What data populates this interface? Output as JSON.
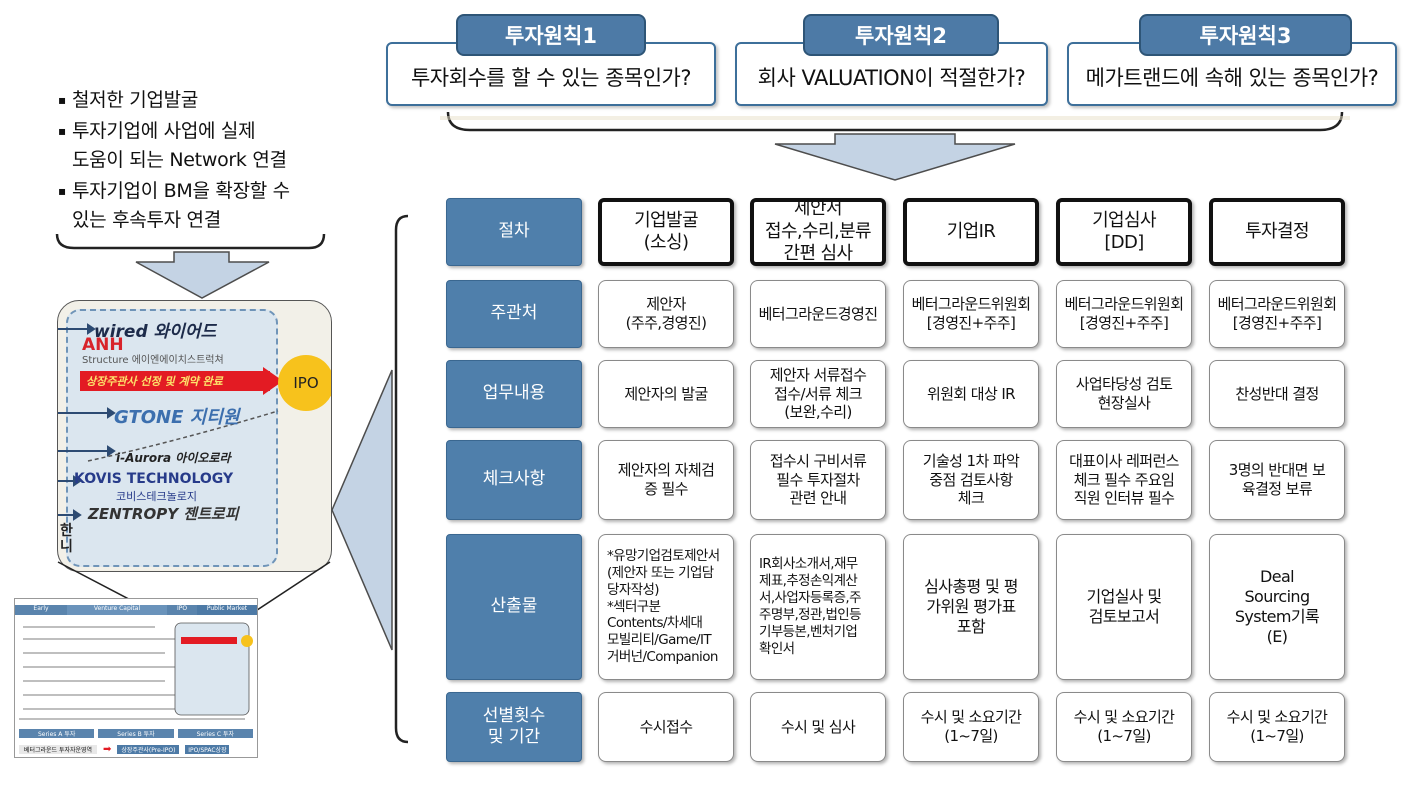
{
  "principles": [
    {
      "tab": "투자원칙1",
      "text": "투자회수를 할 수 있는 종목인가?"
    },
    {
      "tab": "투자원칙2",
      "text": "회사 VALUATION이 적절한가?"
    },
    {
      "tab": "투자원칙3",
      "text": "메가트랜드에 속해 있는 종목인가?"
    }
  ],
  "bullets": [
    "철저한 기업발굴",
    "투자기업에 사업에 실제\n도움이 되는 Network 연결",
    "투자기업이 BM을 확장할 수\n있는 후속투자 연결"
  ],
  "rows": [
    {
      "head": "절차",
      "cells": [
        "기업발굴\n(소싱)",
        "제안서\n접수,수리,분류\n간편 심사",
        "기업IR",
        "기업심사\n[DD]",
        "투자결정"
      ]
    },
    {
      "head": "주관처",
      "cells": [
        "제안자\n(주주,경영진)",
        "베터그라운드경영진",
        "베터그라운드위원회\n[경영진+주주]",
        "베터그라운드위원회\n[경영진+주주]",
        "베터그라운드위원회\n[경영진+주주]"
      ]
    },
    {
      "head": "업무내용",
      "cells": [
        "제안자의 발굴",
        "제안자 서류접수\n접수/서류 체크\n(보완,수리)",
        "위원회 대상 IR",
        "사업타당성 검토\n현장실사",
        "찬성반대 결정"
      ]
    },
    {
      "head": "체크사항",
      "cells": [
        "제안자의 자체검\n증 필수",
        "접수시 구비서류\n필수 투자절차\n관련 안내",
        "기술성 1차 파악\n중점 검토사항\n체크",
        "대표이사 레퍼런스\n체크 필수 주요임\n직원 인터뷰 필수",
        "3명의 반대면 보\n육결정 보류"
      ]
    },
    {
      "head": "산출물",
      "cells": [
        "*유망기업검토제안서\n(제안자 또는 기업담\n당자작성)\n*섹터구분\nContents/차세대\n모빌리티/Game/IT\n거버넌/Companion",
        "IR회사소개서,재무\n제표,추정손익계산\n서,사업자등록증,주\n주명부,정관,법인등\n기부등본,벤처기업\n확인서",
        "심사총평 및 평\n가위원 평가표\n포함",
        "기업실사 및\n검토보고서",
        "Deal\nSourcing\nSystem기록\n(E)"
      ]
    },
    {
      "head": "선별횟수\n및 기간",
      "cells": [
        "수시접수",
        "수시 및 심사",
        "수시 및 소요기간\n(1~7일)",
        "수시 및 소요기간\n(1~7일)",
        "수시 및 소요기간\n(1~7일)"
      ]
    }
  ],
  "portfolio": {
    "companies": [
      "wired 와이어드",
      "ANH",
      "Structure 에이엔에이치스트럭쳐",
      "GTONE 지티원",
      "i-Aurora 아이오로라",
      "KOVIS TECHNOLOGY",
      "코비스테크놀로지",
      "ZENTROPY 젠트로피"
    ],
    "banner": "상장주관사 선정 및 계약 완료",
    "ipo": "IPO",
    "side_label": "한니"
  },
  "thumbnail": {
    "stages": [
      "Early",
      "Venture Capital",
      "IPO",
      "Public Market"
    ],
    "series": [
      "Series A 투자",
      "Series B 투자",
      "Series C 투자"
    ],
    "footer": "베터그라운드 투자자운영역",
    "btn1": "상장주관사(Pre-IPO)",
    "btn2": "IPO/SPAC상장"
  },
  "colors": {
    "accent": "#4f7fab",
    "tab": "#4d7aa6",
    "red": "#e31b23",
    "yellow": "#f7c21c"
  }
}
